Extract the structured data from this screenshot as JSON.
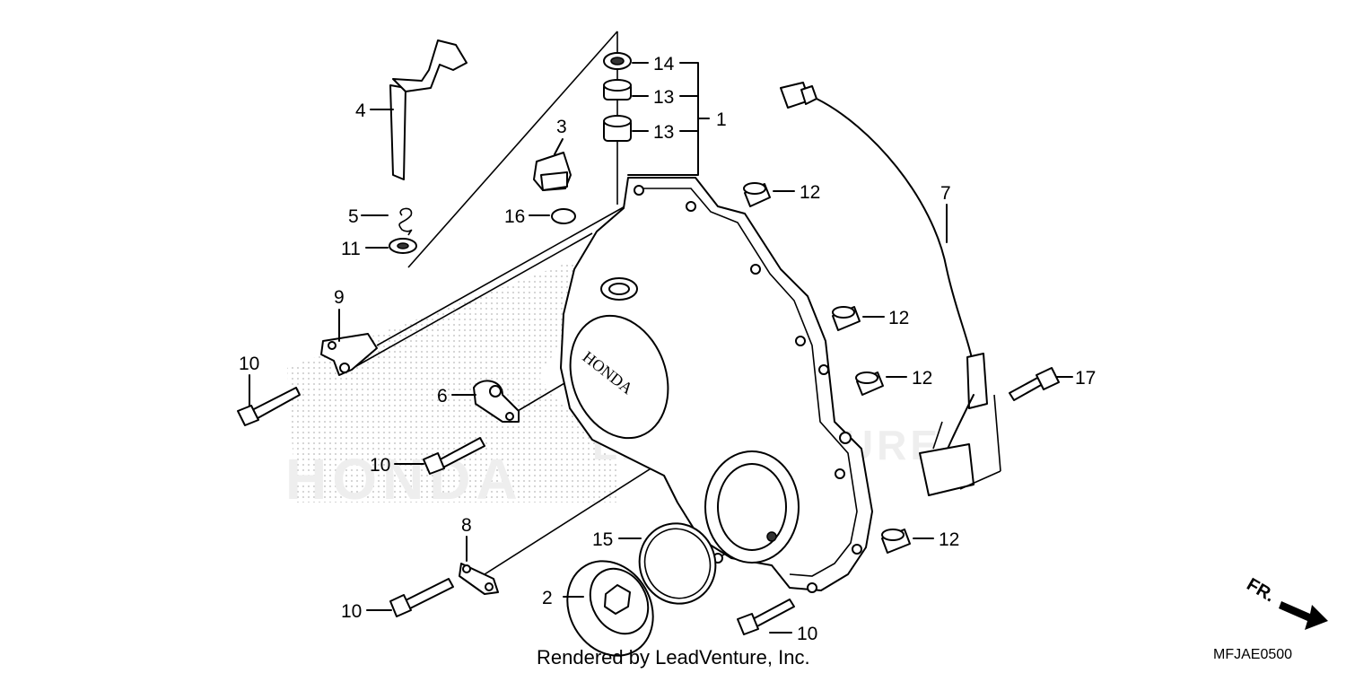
{
  "diagram": {
    "watermark_text": "LEADVENTURE",
    "watermark_brand": "HONDA",
    "cover_brand": "HONDA",
    "credit": "Rendered by LeadVenture, Inc.",
    "diagram_code": "MFJAE0500",
    "direction_label": "FR.",
    "callouts": {
      "c1": "1",
      "c2": "2",
      "c3": "3",
      "c4": "4",
      "c5": "5",
      "c6": "6",
      "c7": "7",
      "c8": "8",
      "c9": "9",
      "c10a": "10",
      "c10b": "10",
      "c10c": "10",
      "c10d": "10",
      "c11": "11",
      "c12a": "12",
      "c12b": "12",
      "c12c": "12",
      "c12d": "12",
      "c13a": "13",
      "c13b": "13",
      "c14": "14",
      "c15": "15",
      "c16": "16",
      "c17": "17"
    }
  }
}
